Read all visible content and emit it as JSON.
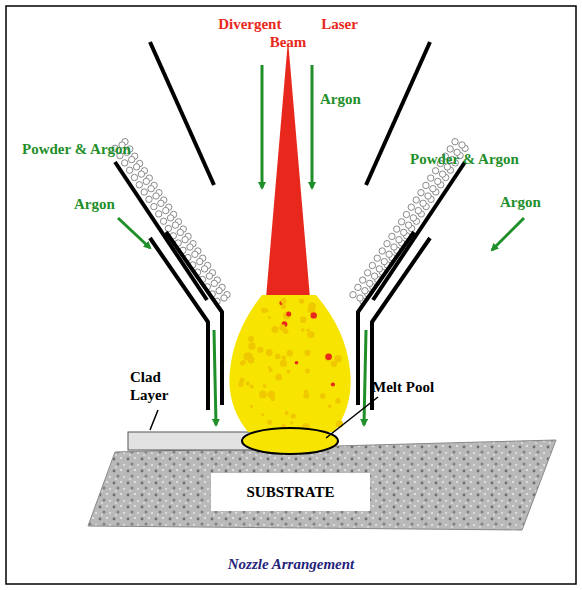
{
  "diagram": {
    "caption": "Nozzle Arrangement",
    "nodes": [
      {
        "text": [
          "SUBSTRATE"
        ]
      }
    ],
    "labels": [
      "Divergent Laser Beam",
      "Argon",
      "Powder & Argon",
      "Powder & Argon",
      "Argon",
      "Argon",
      "Clad Layer",
      "Melt Pool"
    ]
  }
}
